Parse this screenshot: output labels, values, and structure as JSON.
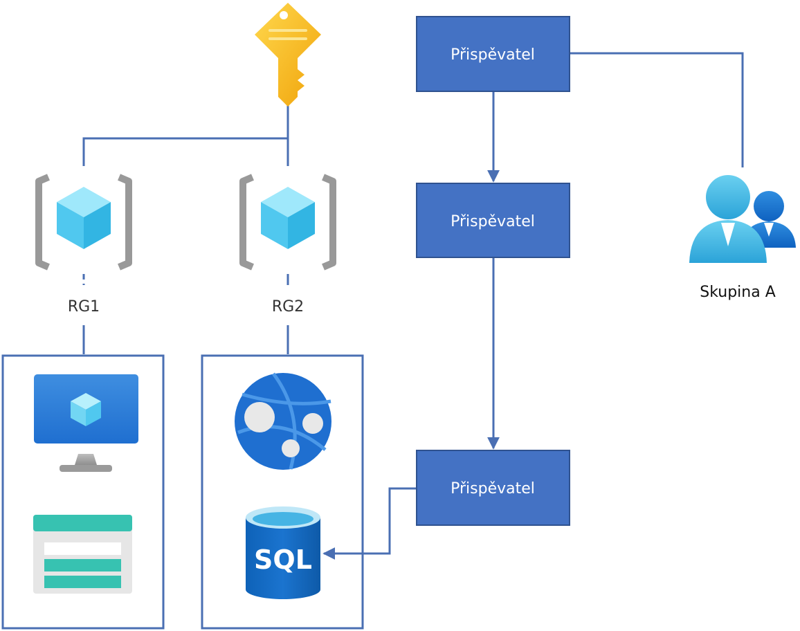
{
  "colors": {
    "connector": "#4a6fb3",
    "role_box": "#4472c4",
    "role_box_border": "#2f528f",
    "key": "#f5b914",
    "cube": "#50c8ef",
    "bracket": "#999999"
  },
  "key": {
    "icon": "key-icon"
  },
  "resource_groups": [
    {
      "label": "RG1",
      "icon": "resource-group-icon",
      "resources": [
        "virtual-machine-icon",
        "storage-account-icon"
      ]
    },
    {
      "label": "RG2",
      "icon": "resource-group-icon",
      "resources": [
        "web-app-icon",
        "sql-database-icon"
      ]
    }
  ],
  "roles": [
    {
      "label": "Přispěvatel"
    },
    {
      "label": "Přispěvatel"
    },
    {
      "label": "Přispěvatel"
    }
  ],
  "sql": {
    "label": "SQL"
  },
  "group": {
    "label": "Skupina A",
    "icon": "user-group-icon"
  }
}
